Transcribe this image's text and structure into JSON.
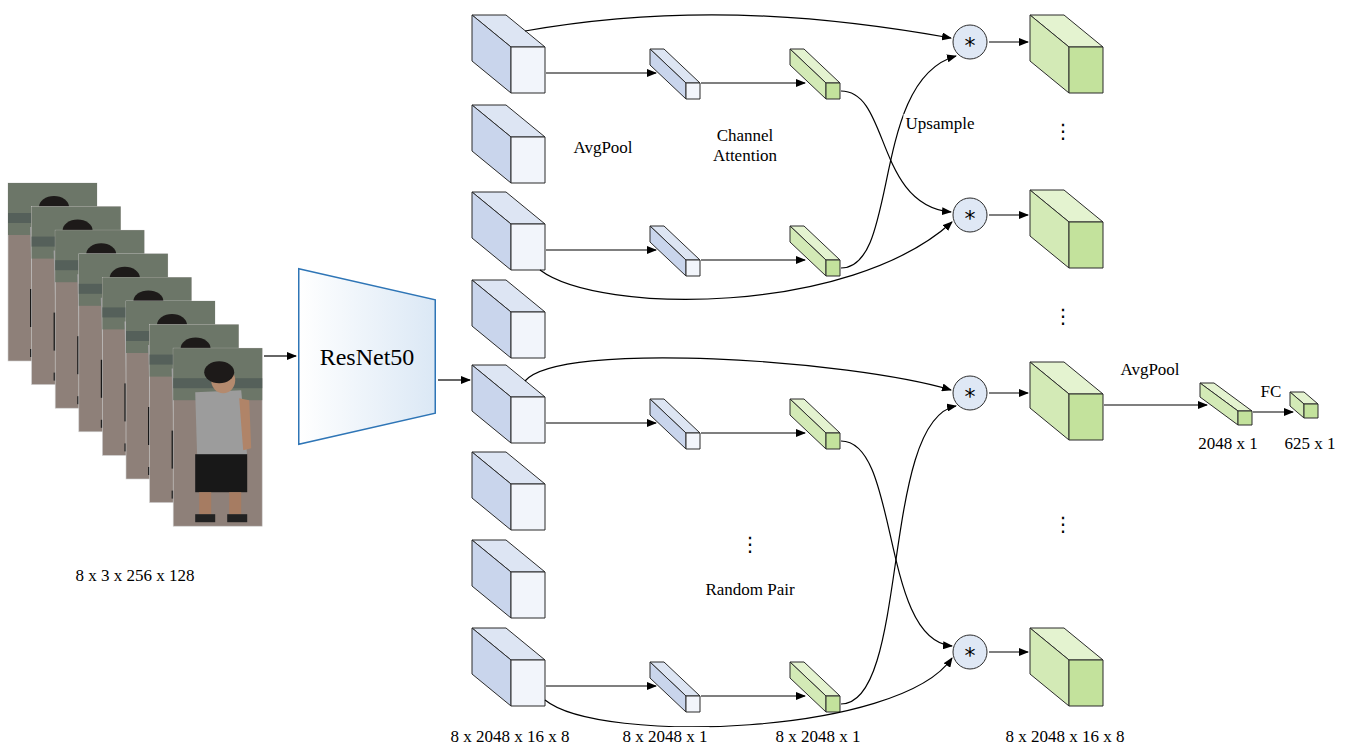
{
  "diagram": {
    "nodes": [
      {
        "text": [
          "ResNet50"
        ]
      },
      {
        "text": [
          "*"
        ]
      },
      {
        "text": [
          "*"
        ]
      },
      {
        "text": [
          "*"
        ]
      },
      {
        "text": [
          "*"
        ]
      }
    ],
    "labels": [
      "8 x 3 x 256 x 128",
      "AvgPool",
      "Channel Attention",
      "Upsample",
      "⋮",
      "⋮",
      "⋮",
      "⋮",
      "Random Pair",
      "AvgPool",
      "FC",
      "2048 x 1",
      "625 x 1",
      "8 x 2048 x 16 x 8",
      "8 x 2048 x 1",
      "8 x 2048 x 1",
      "8 x 2048 x 16 x 8"
    ]
  }
}
